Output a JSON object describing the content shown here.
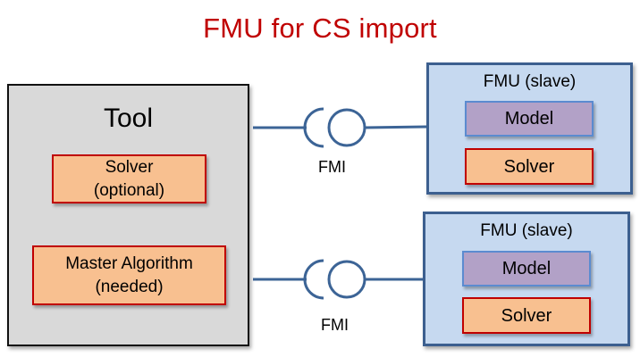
{
  "title": "FMU for CS import",
  "tool": {
    "label": "Tool",
    "solver": {
      "line1": "Solver",
      "line2": "(optional)"
    },
    "master": {
      "line1": "Master Algorithm",
      "line2": "(needed)"
    }
  },
  "interfaces": [
    {
      "label": "FMI"
    },
    {
      "label": "FMI"
    }
  ],
  "fmus": [
    {
      "label": "FMU (slave)",
      "model": "Model",
      "solver": "Solver"
    },
    {
      "label": "FMU (slave)",
      "model": "Model",
      "solver": "Solver"
    }
  ],
  "colors": {
    "title": "#c00000",
    "tool_fill": "#d9d9d9",
    "component_fill": "#f8c090",
    "component_border": "#c00000",
    "model_fill": "#b2a1c7",
    "model_border": "#5b8bd0",
    "fmu_fill": "#c6d9f0",
    "fmu_border": "#3c5f8f",
    "connector": "#3c6496"
  }
}
